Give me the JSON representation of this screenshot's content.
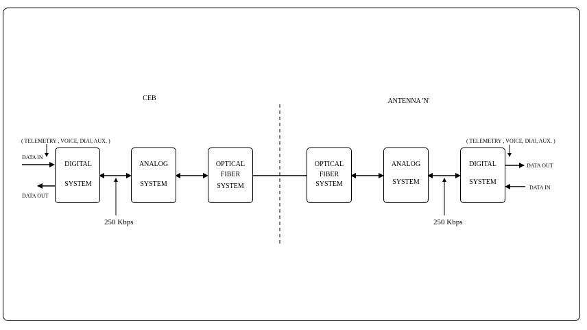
{
  "sections": {
    "left_title": "CEB",
    "right_title": "ANTENNA 'N'"
  },
  "left": {
    "signals_note": "( TELEMETRY , VOICE, DIAl, AUX. )",
    "data_in": "DATA IN",
    "data_out": "DATA OUT",
    "digital": [
      "DIGITAL",
      "SYSTEM"
    ],
    "analog": [
      "ANALOG",
      "SYSTEM"
    ],
    "optical": [
      "OPTICAL",
      "FIBER",
      "SYSTEM"
    ],
    "rate": "250 Kbps"
  },
  "right": {
    "signals_note": "( TELEMETRY , VOICE, DIAl, AUX. )",
    "data_in": "DATA IN",
    "data_out": "DATA OUT",
    "digital": [
      "DIGITAL",
      "SYSTEM"
    ],
    "analog": [
      "ANALOG",
      "SYSTEM"
    ],
    "optical": [
      "OPTICAL",
      "FIBER",
      "SYSTEM"
    ],
    "rate": "250 Kbps"
  }
}
